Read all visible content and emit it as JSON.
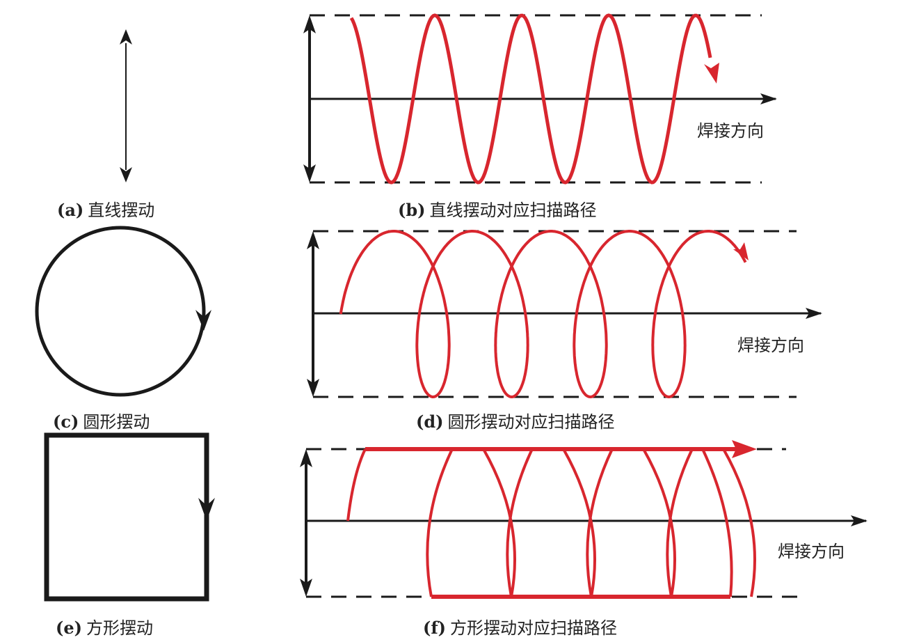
{
  "colors": {
    "path": "#d8262e",
    "line": "#1a1a1a"
  },
  "panels": [
    {
      "tag": "(a)",
      "caption": "直线摆动"
    },
    {
      "tag": "(b)",
      "caption": "直线摆动对应扫描路径",
      "direction": "焊接方向"
    },
    {
      "tag": "(c)",
      "caption": "圆形摆动"
    },
    {
      "tag": "(d)",
      "caption": "圆形摆动对应扫描路径",
      "direction": "焊接方向"
    },
    {
      "tag": "(e)",
      "caption": "方形摆动"
    },
    {
      "tag": "(f)",
      "caption": "方形摆动对应扫描路径",
      "direction": "焊接方向"
    }
  ]
}
